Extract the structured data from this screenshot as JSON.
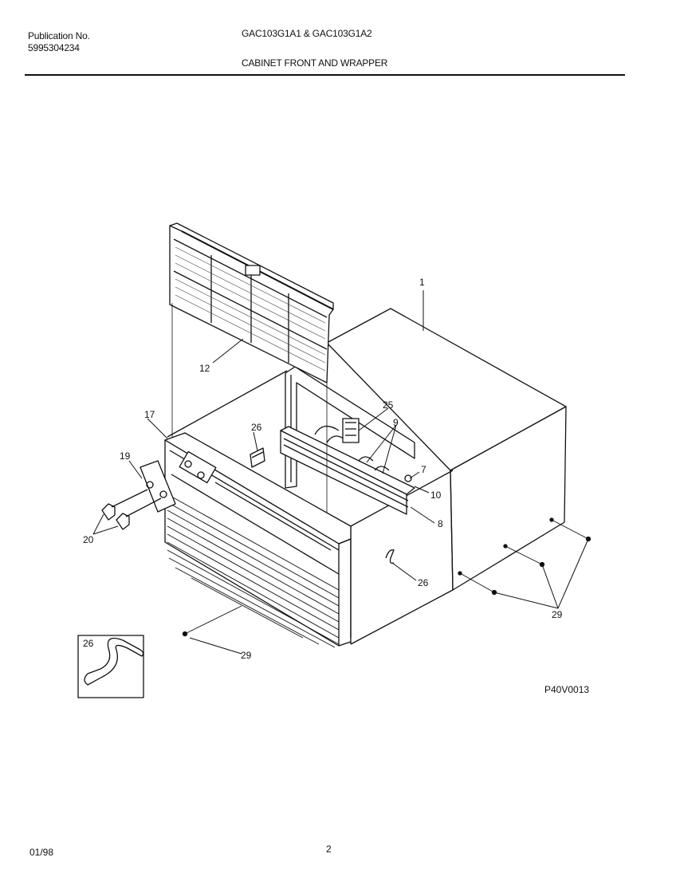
{
  "header": {
    "publication_label": "Publication No.",
    "publication_number": "5995304234",
    "models": "GAC103G1A1 & GAC103G1A2",
    "section_title": "CABINET FRONT AND WRAPPER"
  },
  "figure_code": "P40V0013",
  "callouts": {
    "c1": "1",
    "c12": "12",
    "c17": "17",
    "c19": "19",
    "c20": "20",
    "c26a": "26",
    "c25": "25",
    "c9": "9",
    "c7": "7",
    "c10": "10",
    "c8": "8",
    "c26b": "26",
    "c29a": "29",
    "c29b": "29",
    "inset26": "26"
  },
  "footer": {
    "date": "01/98",
    "page": "2"
  }
}
